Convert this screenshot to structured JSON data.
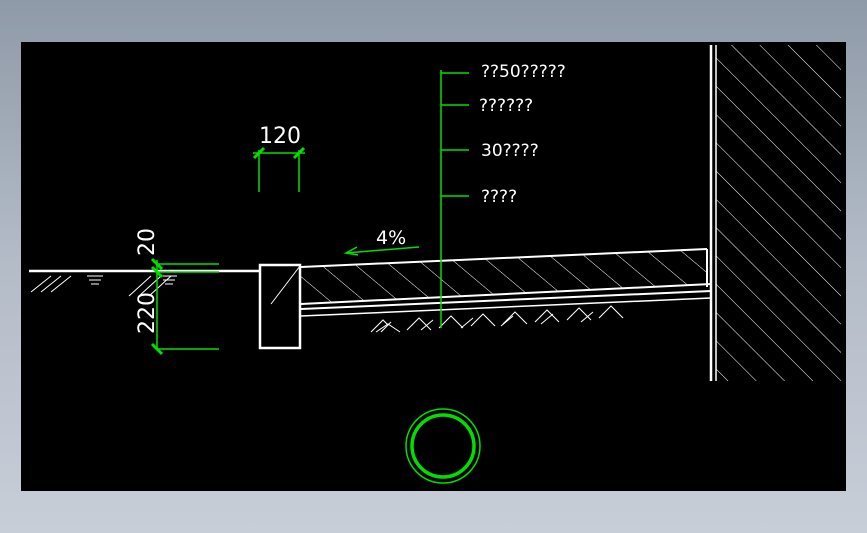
{
  "colors": {
    "background": "#000000",
    "line": "#ffffff",
    "dimension": "#00e000",
    "frame": "#a9b1bc"
  },
  "dimensions": {
    "width_label": "120",
    "top_label": "20",
    "depth_label": "220"
  },
  "slope": {
    "label": "4%"
  },
  "layer_labels": [
    "??50?????",
    "??????",
    "30????",
    "????"
  ],
  "icons": {
    "ucs": "circle-marker-icon"
  }
}
